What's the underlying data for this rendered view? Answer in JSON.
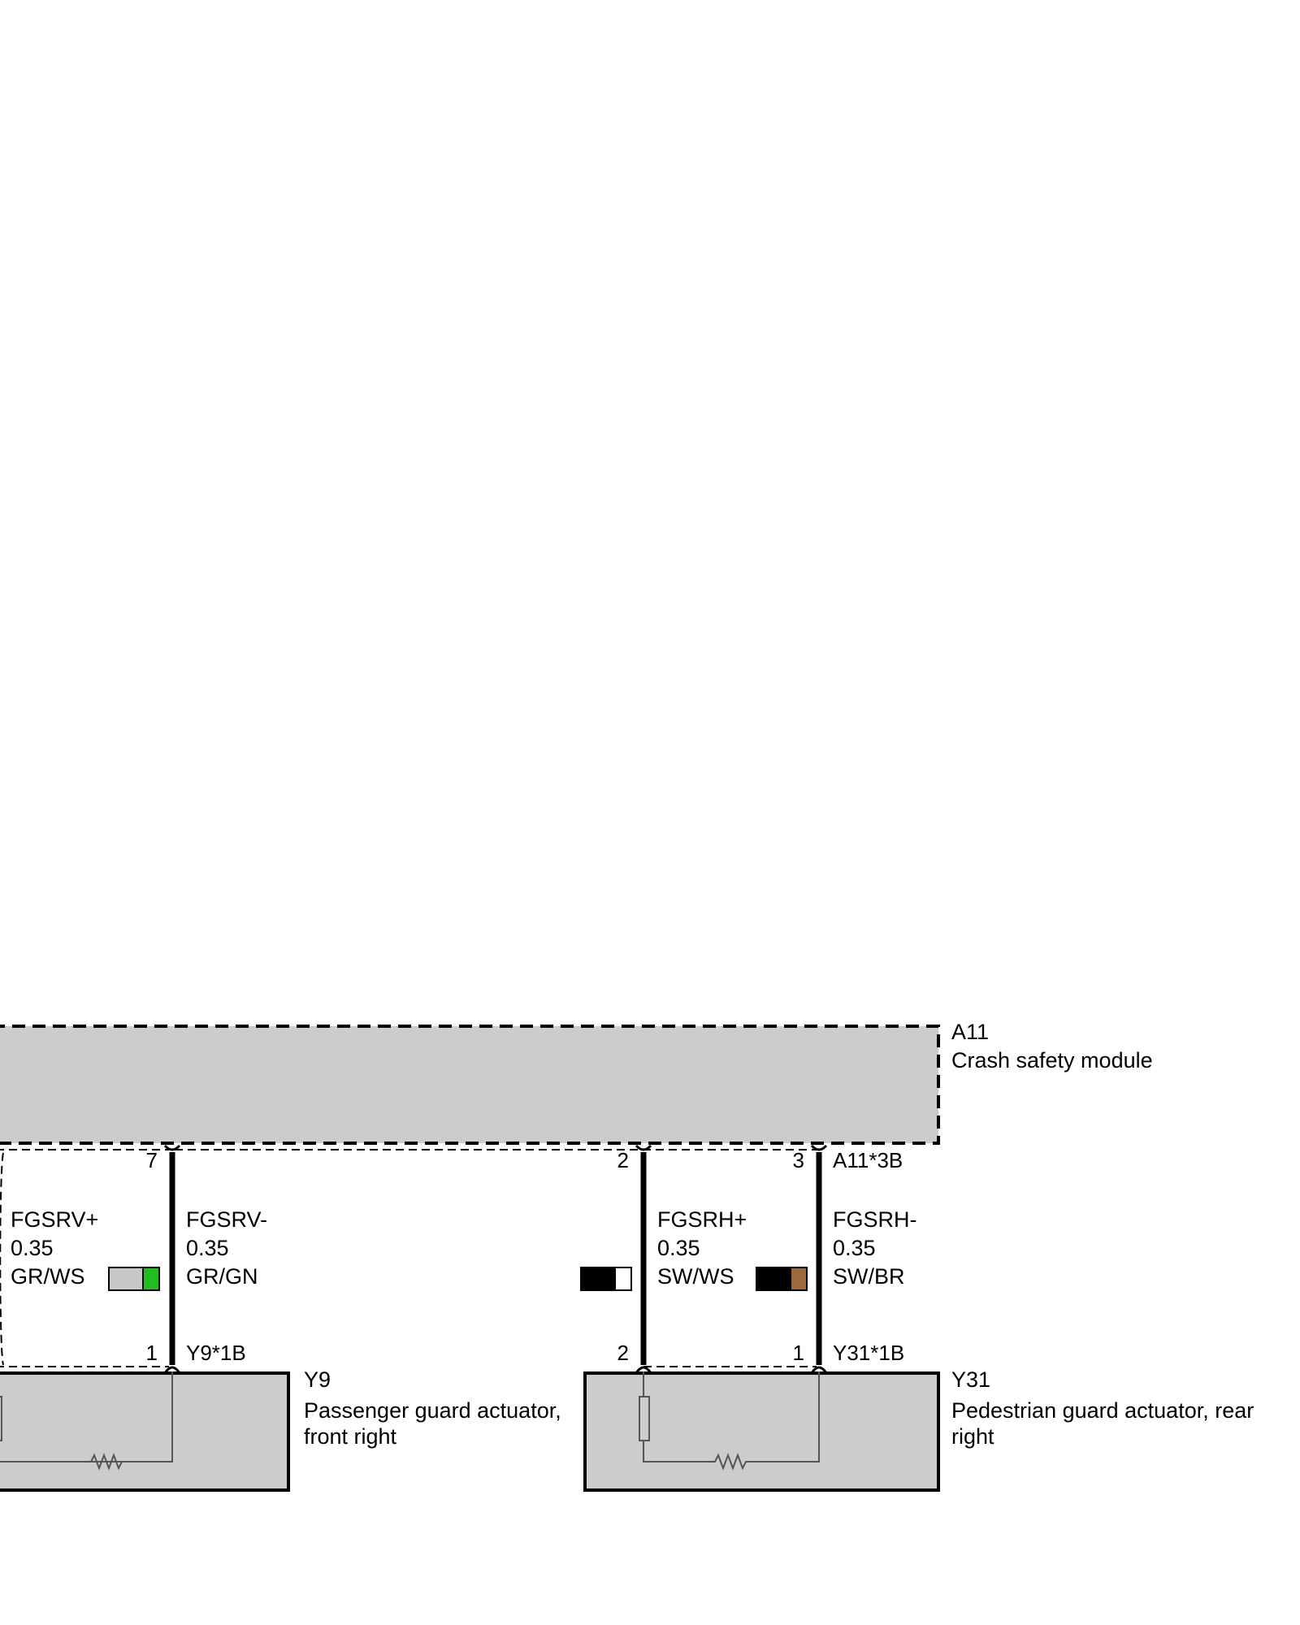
{
  "modules": {
    "a11": {
      "ref": "A11",
      "name": "Crash safety module",
      "connector": "A11*3B"
    },
    "y9": {
      "ref": "Y9",
      "name_line1": "Passenger guard actuator,",
      "name_line2": "front right",
      "connector": "Y9*1B"
    },
    "y31": {
      "ref": "Y31",
      "name_line1": "Pedestrian guard actuator, rear",
      "name_line2": "right",
      "connector": "Y31*1B"
    }
  },
  "wires": [
    {
      "signal": "FGSRV+",
      "size": "0.35",
      "color_code": "GR/WS",
      "pin_top": "",
      "pin_bottom": "",
      "swatch": [
        "#c8c8c8",
        "#ffffff"
      ]
    },
    {
      "signal": "FGSRV-",
      "size": "0.35",
      "color_code": "GR/GN",
      "pin_top": "7",
      "pin_bottom": "1",
      "swatch": [
        "#c8c8c8",
        "#1fbf1f"
      ]
    },
    {
      "signal": "FGSRH+",
      "size": "0.35",
      "color_code": "SW/WS",
      "pin_top": "2",
      "pin_bottom": "2",
      "swatch": [
        "#000000",
        "#ffffff"
      ]
    },
    {
      "signal": "FGSRH-",
      "size": "0.35",
      "color_code": "SW/BR",
      "pin_top": "3",
      "pin_bottom": "1",
      "swatch": [
        "#000000",
        "#9a6a3c"
      ]
    }
  ],
  "colors": {
    "module_fill": "#cccccc",
    "line": "#000000",
    "inner_line": "#555555"
  }
}
